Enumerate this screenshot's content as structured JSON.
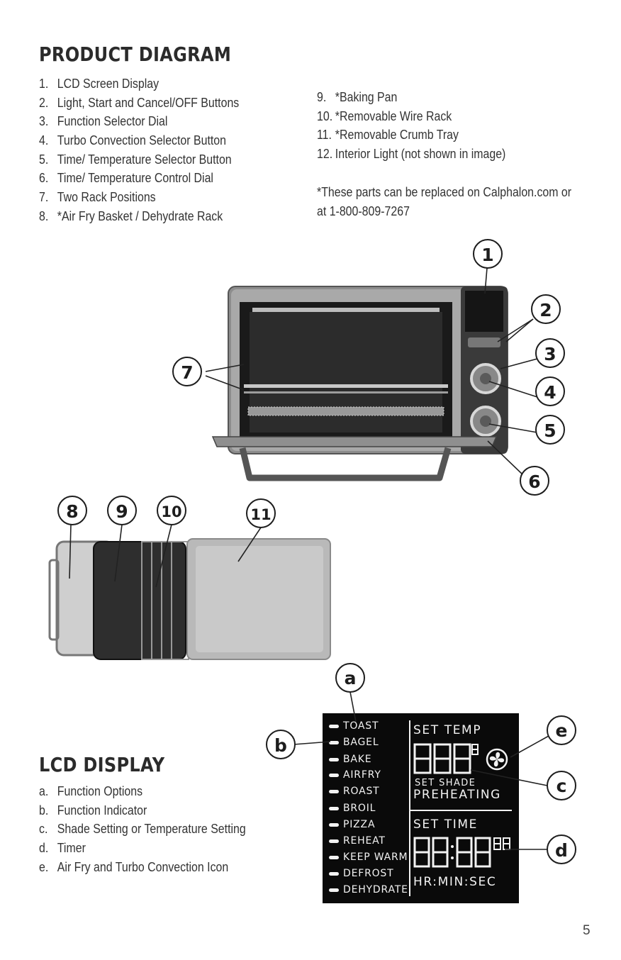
{
  "product_diagram": {
    "title": "PRODUCT DIAGRAM",
    "items_left": [
      {
        "num": "1.",
        "text": "LCD Screen Display"
      },
      {
        "num": "2.",
        "text": "Light, Start and Cancel/OFF Buttons"
      },
      {
        "num": "3.",
        "text": "Function Selector Dial"
      },
      {
        "num": "4.",
        "text": "Turbo Convection Selector Button"
      },
      {
        "num": "5.",
        "text": "Time/ Temperature Selector Button"
      },
      {
        "num": "6.",
        "text": "Time/ Temperature Control Dial"
      },
      {
        "num": "7.",
        "text": "Two Rack Positions"
      },
      {
        "num": "8.",
        "text": "*Air Fry Basket / Dehydrate Rack"
      }
    ],
    "items_right": [
      {
        "num": "9.",
        "text": "*Baking Pan"
      },
      {
        "num": "10.",
        "text": "*Removable Wire Rack"
      },
      {
        "num": "11.",
        "text": "*Removable Crumb Tray"
      },
      {
        "num": "12.",
        "text": "Interior Light (not shown in image)"
      }
    ],
    "note_line1": "*These parts can be replaced on Calphalon.com or",
    "note_line2": "at 1-800-809-7267",
    "callouts": [
      "1",
      "2",
      "3",
      "4",
      "5",
      "6",
      "7",
      "8",
      "9",
      "10",
      "11"
    ]
  },
  "lcd_display": {
    "title": "LCD DISPLAY",
    "items": [
      {
        "num": "a.",
        "text": "Function Options"
      },
      {
        "num": "b.",
        "text": "Function Indicator"
      },
      {
        "num": "c.",
        "text": "Shade Setting or Temperature Setting"
      },
      {
        "num": "d.",
        "text": "Timer"
      },
      {
        "num": "e.",
        "text": "Air Fry and Turbo Convection Icon"
      }
    ],
    "callouts": [
      "a",
      "b",
      "c",
      "d",
      "e"
    ],
    "screen": {
      "functions": [
        "TOAST",
        "BAGEL",
        "BAKE",
        "AIRFRY",
        "ROAST",
        "BROIL",
        "PIZZA",
        "REHEAT",
        "KEEP WARM",
        "DEFROST",
        "DEHYDRATE"
      ],
      "set_temp": "SET TEMP",
      "set_shade": "SET SHADE",
      "preheating": "PREHEATING",
      "set_time": "SET TIME",
      "hr_min_sec": "HR:MIN:SEC"
    }
  },
  "page_number": "5"
}
